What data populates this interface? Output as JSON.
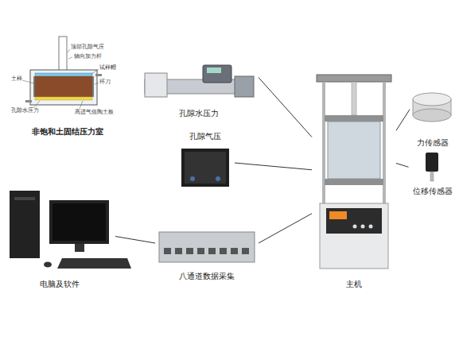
{
  "diagram": {
    "nodes": [
      {
        "text": [
          "非饱和土固结压力室"
        ]
      },
      {
        "text": [
          "孔隙水压力"
        ]
      },
      {
        "text": [
          "孔隙气压"
        ]
      },
      {
        "text": [
          "电脑及软件"
        ]
      },
      {
        "text": [
          "八通道数据采集"
        ]
      },
      {
        "text": [
          "主机"
        ]
      },
      {
        "text": [
          "力传感器"
        ]
      },
      {
        "text": [
          "位移传感器"
        ]
      }
    ],
    "edges": [
      {
        "from": 1,
        "to": 5,
        "arrow": "none"
      },
      {
        "from": 2,
        "to": 5,
        "arrow": "none"
      },
      {
        "from": 4,
        "to": 5,
        "arrow": "none"
      },
      {
        "from": 3,
        "to": 4,
        "arrow": "none"
      },
      {
        "from": 6,
        "to": 5,
        "arrow": "none"
      },
      {
        "from": 7,
        "to": 5,
        "arrow": "none"
      }
    ],
    "labels": [
      "顶部孔隙气压",
      "轴向加力杆",
      "试样帽",
      "土样",
      "环刀",
      "孔隙水压力",
      "高进气值陶土板"
    ]
  }
}
